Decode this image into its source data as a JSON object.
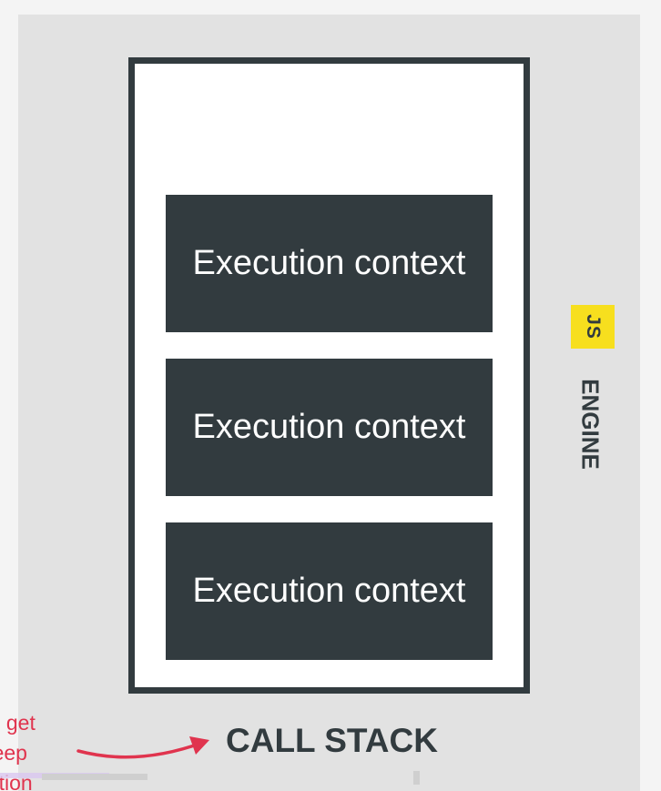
{
  "stack": {
    "contexts": [
      {
        "label": "Execution context"
      },
      {
        "label": "Execution context"
      },
      {
        "label": "Execution context"
      }
    ],
    "title": "CALL STACK"
  },
  "engine": {
    "badge": "JS",
    "label": "ENGINE",
    "badge_color": "#f7df1e"
  },
  "annotation": {
    "lines": [
      "xts get",
      "keep",
      "cution"
    ],
    "color": "#e0344e"
  },
  "colors": {
    "frame": "#323b3f",
    "panel": "#e2e2e2"
  }
}
